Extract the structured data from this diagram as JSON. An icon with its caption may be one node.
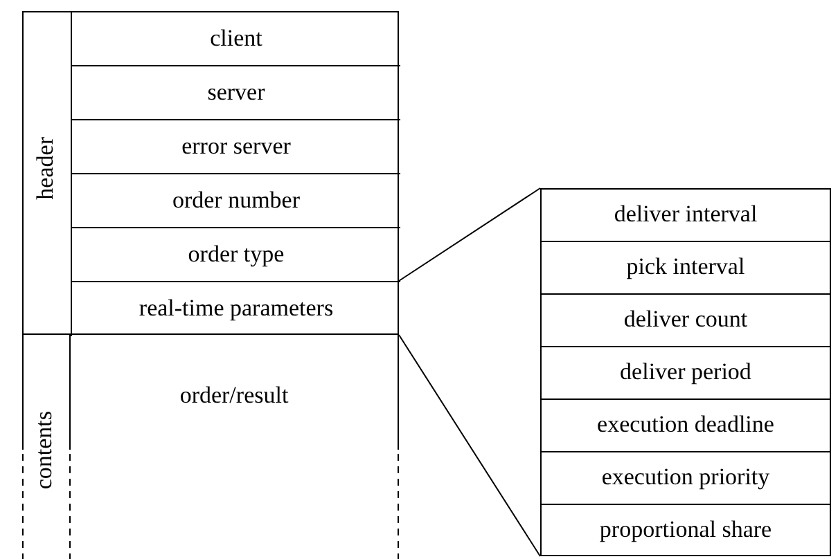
{
  "diagram": {
    "nodes": [
      {
        "text": [
          "header"
        ]
      },
      {
        "text": [
          "client"
        ],
        "in": 0
      },
      {
        "text": [
          "server"
        ],
        "in": 0
      },
      {
        "text": [
          "error server"
        ],
        "in": 0
      },
      {
        "text": [
          "order number"
        ],
        "in": 0
      },
      {
        "text": [
          "order type"
        ],
        "in": 0
      },
      {
        "text": [
          "real-time parameters"
        ],
        "in": 0
      },
      {
        "text": [
          "contents"
        ]
      },
      {
        "text": [
          "order/result"
        ],
        "in": 7
      },
      {
        "text": [],
        "shape": "box"
      },
      {
        "text": [
          "deliver interval"
        ],
        "in": 9
      },
      {
        "text": [
          "pick interval"
        ],
        "in": 9
      },
      {
        "text": [
          "deliver count"
        ],
        "in": 9
      },
      {
        "text": [
          "deliver period"
        ],
        "in": 9
      },
      {
        "text": [
          "execution deadline"
        ],
        "in": 9
      },
      {
        "text": [
          "execution priority"
        ],
        "in": 9
      },
      {
        "text": [
          "proportional share"
        ],
        "in": 9
      }
    ],
    "edges": [
      {
        "from": 6,
        "to": 9,
        "arrow": "none"
      },
      {
        "from": 6,
        "to": 9,
        "arrow": "none"
      }
    ]
  }
}
